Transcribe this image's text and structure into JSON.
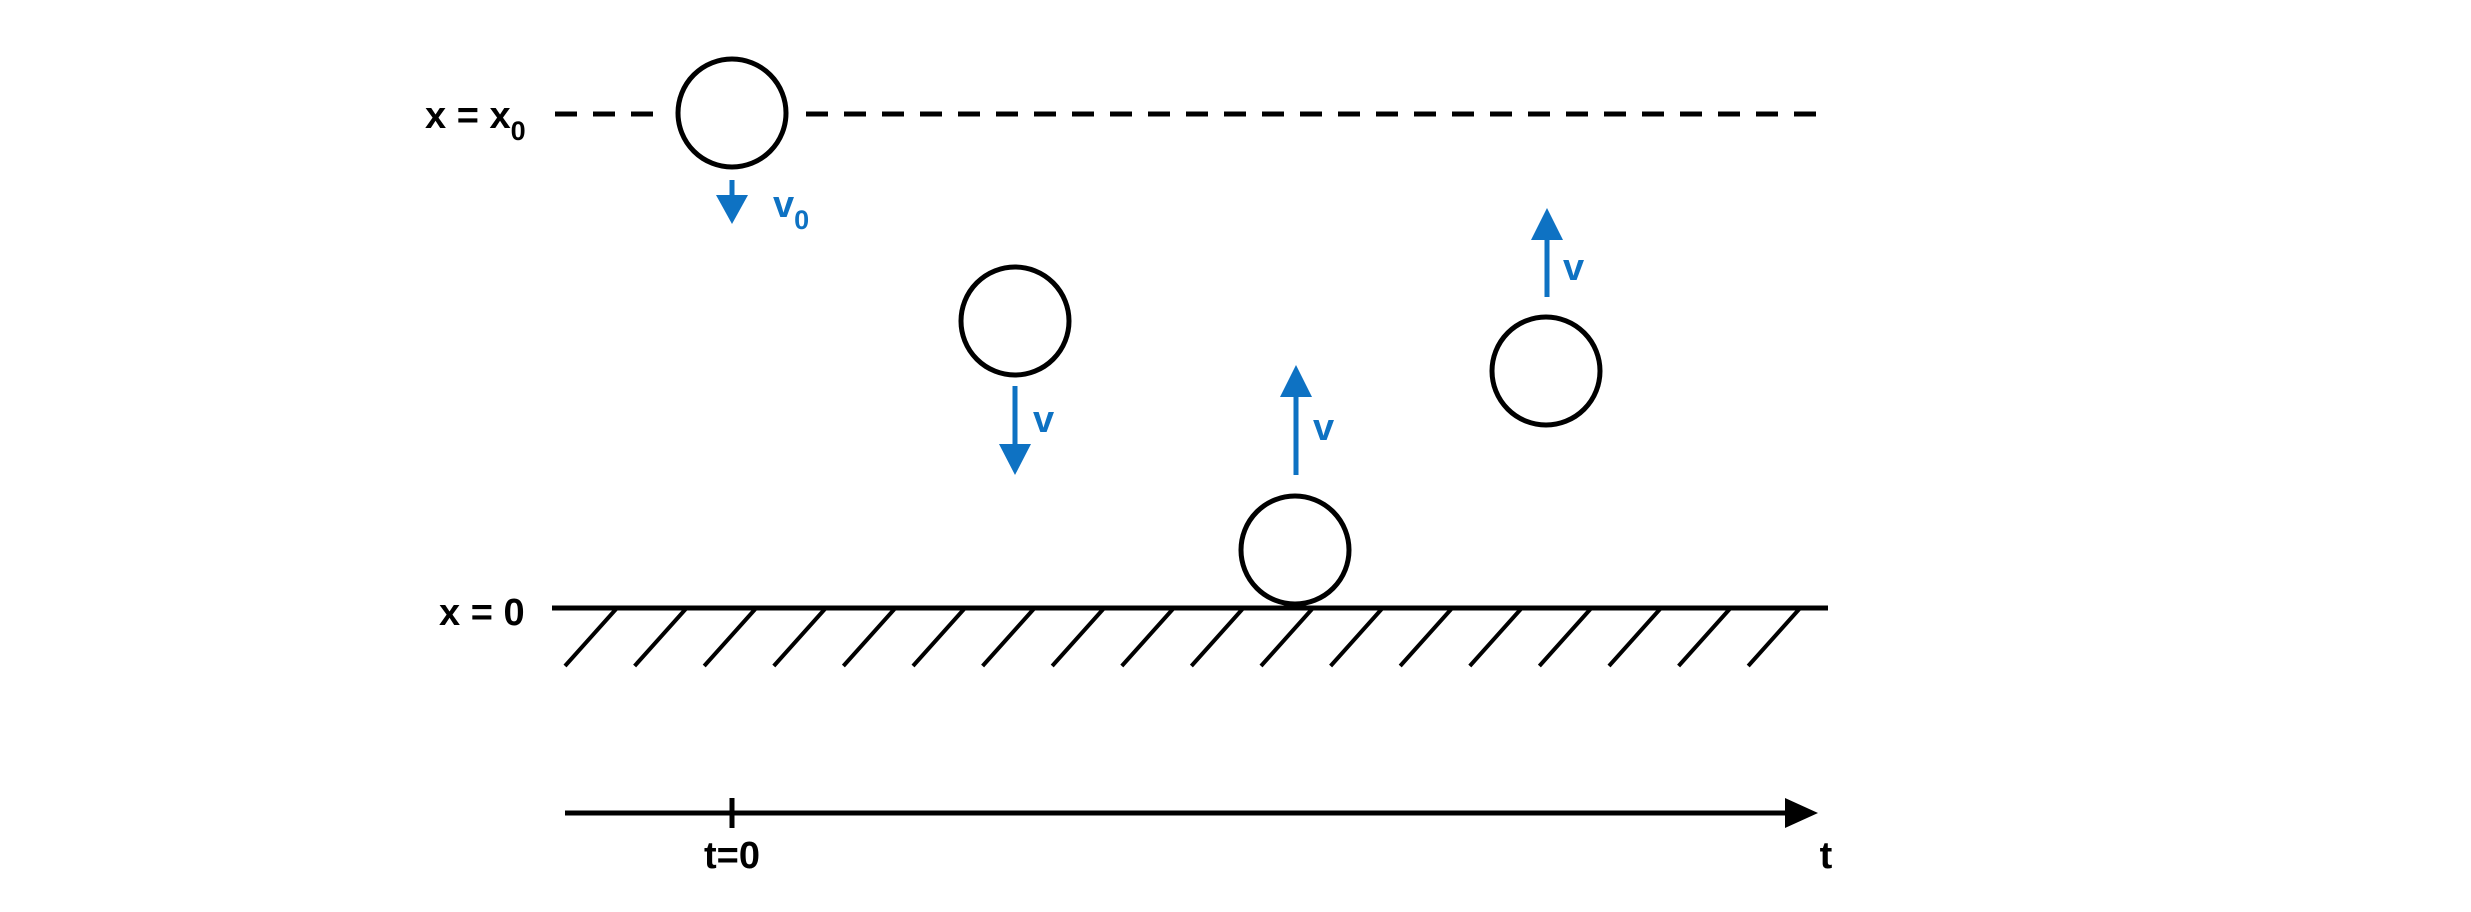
{
  "colors": {
    "ink": "#000000",
    "velocity": "#0e72c3",
    "background": "#ffffff"
  },
  "labels": {
    "initial_height_var": "x = x",
    "initial_height_sub": "0",
    "ground": "x = 0",
    "time_zero": "t=0",
    "time_axis": "t",
    "initial_velocity_var": "v",
    "initial_velocity_sub": "0",
    "velocity": "v"
  },
  "balls": [
    {
      "stage": "released from rest height",
      "velocity_direction": "down",
      "velocity_label": "v₀"
    },
    {
      "stage": "falling",
      "velocity_direction": "down",
      "velocity_label": "v"
    },
    {
      "stage": "bouncing off ground",
      "velocity_direction": "up",
      "velocity_label": "v"
    },
    {
      "stage": "rising",
      "velocity_direction": "up",
      "velocity_label": "v"
    }
  ]
}
